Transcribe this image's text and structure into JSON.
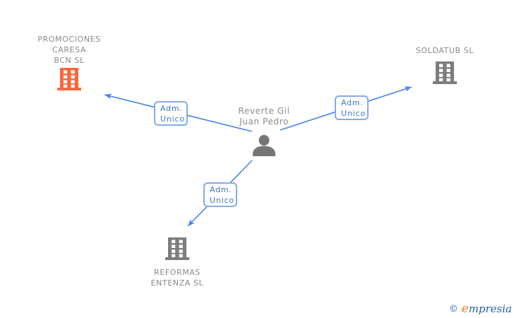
{
  "colors": {
    "arrow": "#4484ee",
    "edge_box_border": "#85ace2",
    "edge_box_text": "#3d79c8",
    "company_icon_orange": "#f9683d",
    "company_icon_gray": "#7d7d7d",
    "person_icon_gray": "#757575",
    "label_text_gray": "#8a8a8a",
    "logo_blue": "#2563a8",
    "logo_orange": "#ee7d23"
  },
  "person": {
    "name_lines": [
      "Reverte Gil",
      "Juan Pedro"
    ],
    "icon": "person-silhouette-icon"
  },
  "companies": [
    {
      "name_lines": [
        "PROMOCIONES",
        "CARESA",
        "BCN SL"
      ],
      "icon": "building-icon",
      "icon_color_key": "orange"
    },
    {
      "name_lines": [
        "SOLDATUB SL"
      ],
      "icon": "building-icon",
      "icon_color_key": "gray"
    },
    {
      "name_lines": [
        "REFORMAS",
        "ENTENZA SL"
      ],
      "icon": "building-icon",
      "icon_color_key": "gray"
    }
  ],
  "edges": [
    {
      "label_lines": [
        "Adm.",
        "Unico"
      ]
    },
    {
      "label_lines": [
        "Adm.",
        "Unico"
      ]
    },
    {
      "label_lines": [
        "Adm.",
        "Unico"
      ]
    }
  ],
  "watermark": {
    "copyright_symbol": "©",
    "brand_initial": "e",
    "brand_rest": "mpresia"
  }
}
